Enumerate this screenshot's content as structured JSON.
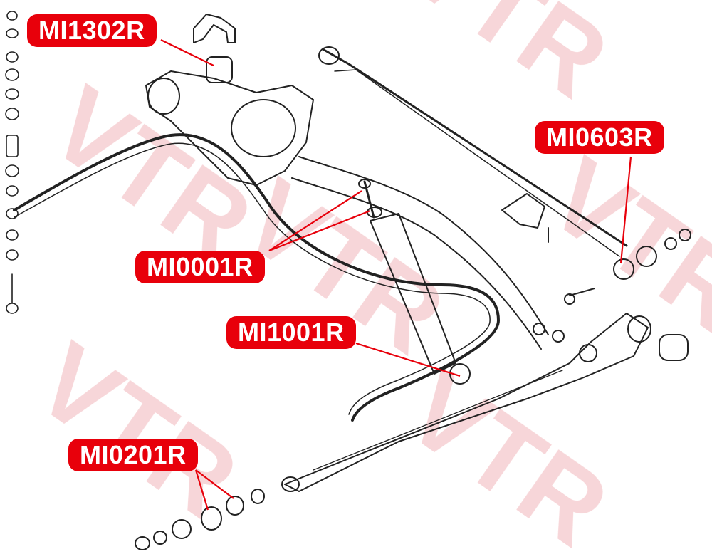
{
  "watermark": {
    "text": "VTR",
    "color": "#f5c9cc"
  },
  "callout_color": "#e8000b",
  "line_color": "#222222",
  "labels": {
    "mi1302r": "MI1302R",
    "mi0603r": "MI0603R",
    "mi0001r": "MI0001R",
    "mi1001r": "MI1001R",
    "mi0201r": "MI0201R"
  }
}
